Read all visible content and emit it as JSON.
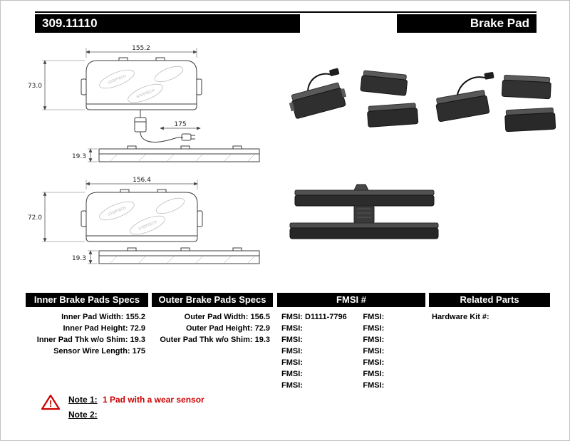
{
  "header": {
    "part_number": "309.11110",
    "product_name": "Brake Pad"
  },
  "diagrams": {
    "watermark": "STOPTECH",
    "inner_pad": {
      "width": "155.2",
      "height": "73.0",
      "sensor_length": "175",
      "thickness": "19.3"
    },
    "outer_pad": {
      "width": "156.4",
      "height": "72.0",
      "thickness": "19.3"
    }
  },
  "tables": {
    "inner": {
      "title": "Inner Brake Pads Specs",
      "rows": [
        {
          "label": "Inner Pad Width:",
          "value": "155.2"
        },
        {
          "label": "Inner Pad Height:",
          "value": "72.9"
        },
        {
          "label": "Inner Pad Thk w/o Shim:",
          "value": "19.3"
        },
        {
          "label": "Sensor Wire Length:",
          "value": "175"
        }
      ]
    },
    "outer": {
      "title": "Outer Brake Pads Specs",
      "rows": [
        {
          "label": "Outer Pad Width:",
          "value": "156.5"
        },
        {
          "label": "Outer Pad Height:",
          "value": "72.9"
        },
        {
          "label": "Outer Pad Thk w/o Shim:",
          "value": "19.3"
        }
      ]
    },
    "fmsi": {
      "title": "FMSI #",
      "left_rows": [
        {
          "label": "FMSI:",
          "value": "D1111-7796"
        },
        {
          "label": "FMSI:",
          "value": ""
        },
        {
          "label": "FMSI:",
          "value": ""
        },
        {
          "label": "FMSI:",
          "value": ""
        },
        {
          "label": "FMSI:",
          "value": ""
        },
        {
          "label": "FMSI:",
          "value": ""
        },
        {
          "label": "FMSI:",
          "value": ""
        }
      ],
      "right_rows": [
        {
          "label": "FMSI:",
          "value": ""
        },
        {
          "label": "FMSI:",
          "value": ""
        },
        {
          "label": "FMSI:",
          "value": ""
        },
        {
          "label": "FMSI:",
          "value": ""
        },
        {
          "label": "FMSI:",
          "value": ""
        },
        {
          "label": "FMSI:",
          "value": ""
        },
        {
          "label": "FMSI:",
          "value": ""
        }
      ]
    },
    "related": {
      "title": "Related Parts",
      "rows": [
        {
          "label": "Hardware Kit #:",
          "value": ""
        }
      ]
    }
  },
  "notes": {
    "note1_label": "Note 1:",
    "note1_text": "1 Pad with a wear sensor",
    "note2_label": "Note 2:",
    "note2_text": ""
  }
}
